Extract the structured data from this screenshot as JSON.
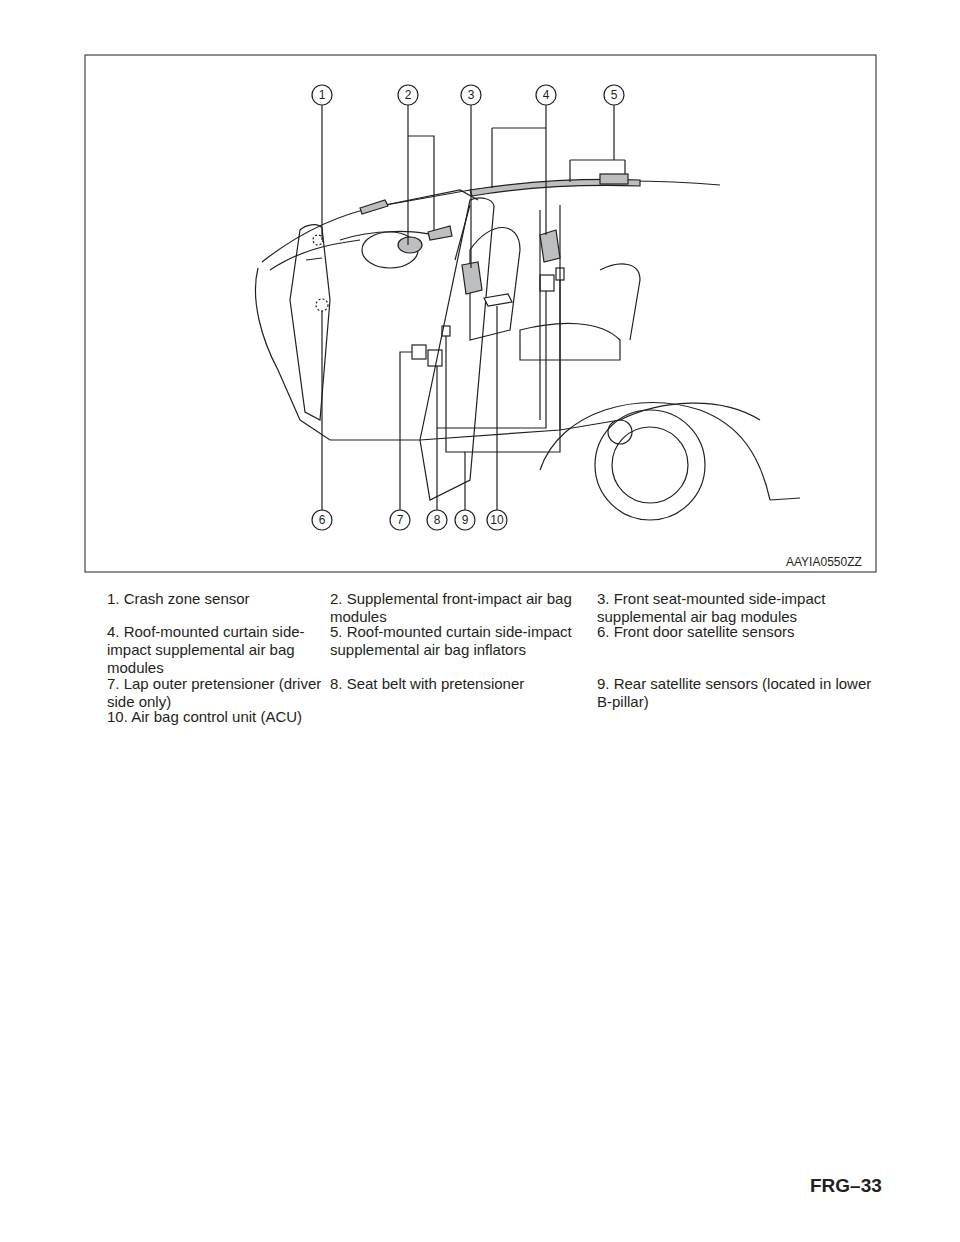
{
  "diagram": {
    "labels": [
      "1",
      "2",
      "3",
      "4",
      "5",
      "6",
      "7",
      "8",
      "9",
      "10",
      "AAYIA0550ZZ",
      "1. Crash zone sensor",
      "2. Supplemental front-impact air bag modules",
      "3. Front seat-mounted side-impact supplemental air bag modules",
      "4. Roof-mounted curtain side-impact supplemental air bag modules",
      "5. Roof-mounted curtain side-impact supplemental air bag inflators",
      "6. Front door satellite sensors",
      "7. Lap outer pretensioner (driver side only)",
      "8. Seat belt with pretensioner",
      "9. Rear satellite sensors (located in lower B-pillar)",
      "10. Air bag control unit (ACU)",
      "FRG–33"
    ]
  }
}
